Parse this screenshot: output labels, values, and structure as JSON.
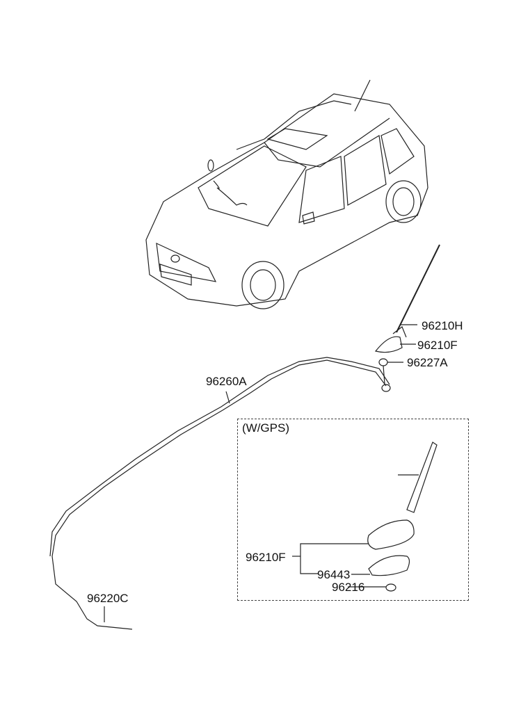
{
  "labels": {
    "antenna_mast": "96210H",
    "antenna_base": "96210F",
    "nut": "96227A",
    "roof_cable": "96260A",
    "gps_group_title": "(W/GPS)",
    "gps_antenna": "96210F",
    "gps_gasket": "96443",
    "gps_nut": "96216",
    "extension_cable": "96220C"
  }
}
